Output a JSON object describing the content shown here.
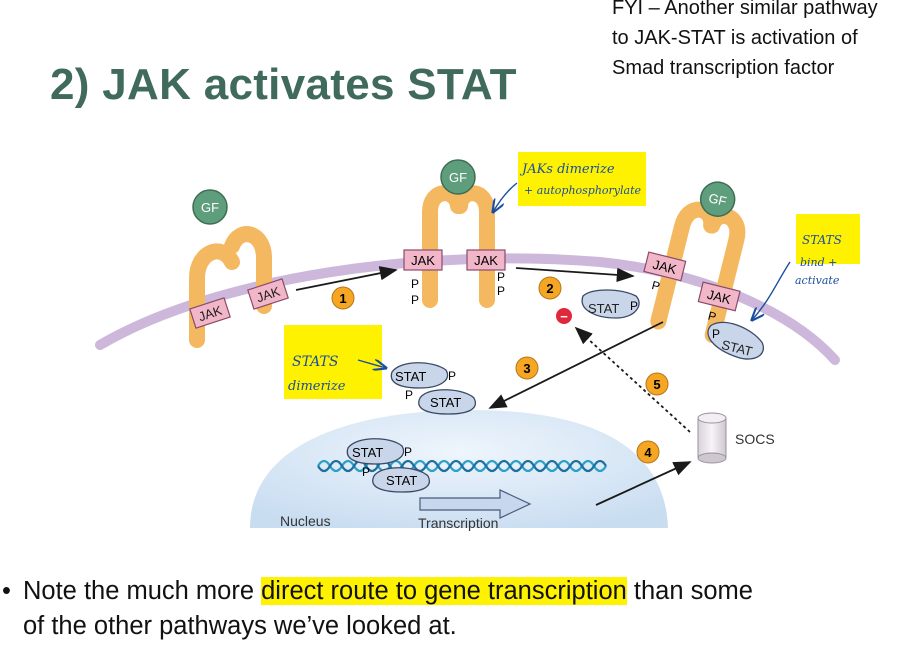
{
  "fyi_note": {
    "lines": [
      "FYI – Another similar pathway",
      "to JAK-STAT is activation of",
      "Smad transcription factor"
    ]
  },
  "title": "2) JAK activates STAT",
  "diagram": {
    "gf_label": "GF",
    "jak_label": "JAK",
    "stat_label": "STAT",
    "p_label": "P",
    "socs_label": "SOCS",
    "nucleus_label": "Nucleus",
    "transcription_label": "Transcription",
    "steps": [
      "1",
      "2",
      "3",
      "4",
      "5"
    ],
    "inhibit_symbol": "−",
    "handwritten_notes": {
      "jaks": [
        "JAKs dimerize",
        "+ autophosphorylate"
      ],
      "stats_bind": [
        "STATS",
        "bind +",
        "activate"
      ],
      "stats_dimerize": [
        "STATS",
        "dimerize"
      ]
    },
    "colors": {
      "membrane": "#cdb8dc",
      "receptor": "#f4b860",
      "jak": "#f2b6c9",
      "gf": "#5f9e7c",
      "stat": "#c9d6ea",
      "nucleus": "#dce9f7",
      "dna": "#2aa0c8",
      "highlight": "#fff200",
      "ink": "#1a4ea0"
    }
  },
  "bullet": {
    "marker": "•",
    "before": "Note the much more ",
    "highlighted": "direct route to gene transcription",
    "after": " than some",
    "line2": "of the other pathways we’ve looked at."
  }
}
